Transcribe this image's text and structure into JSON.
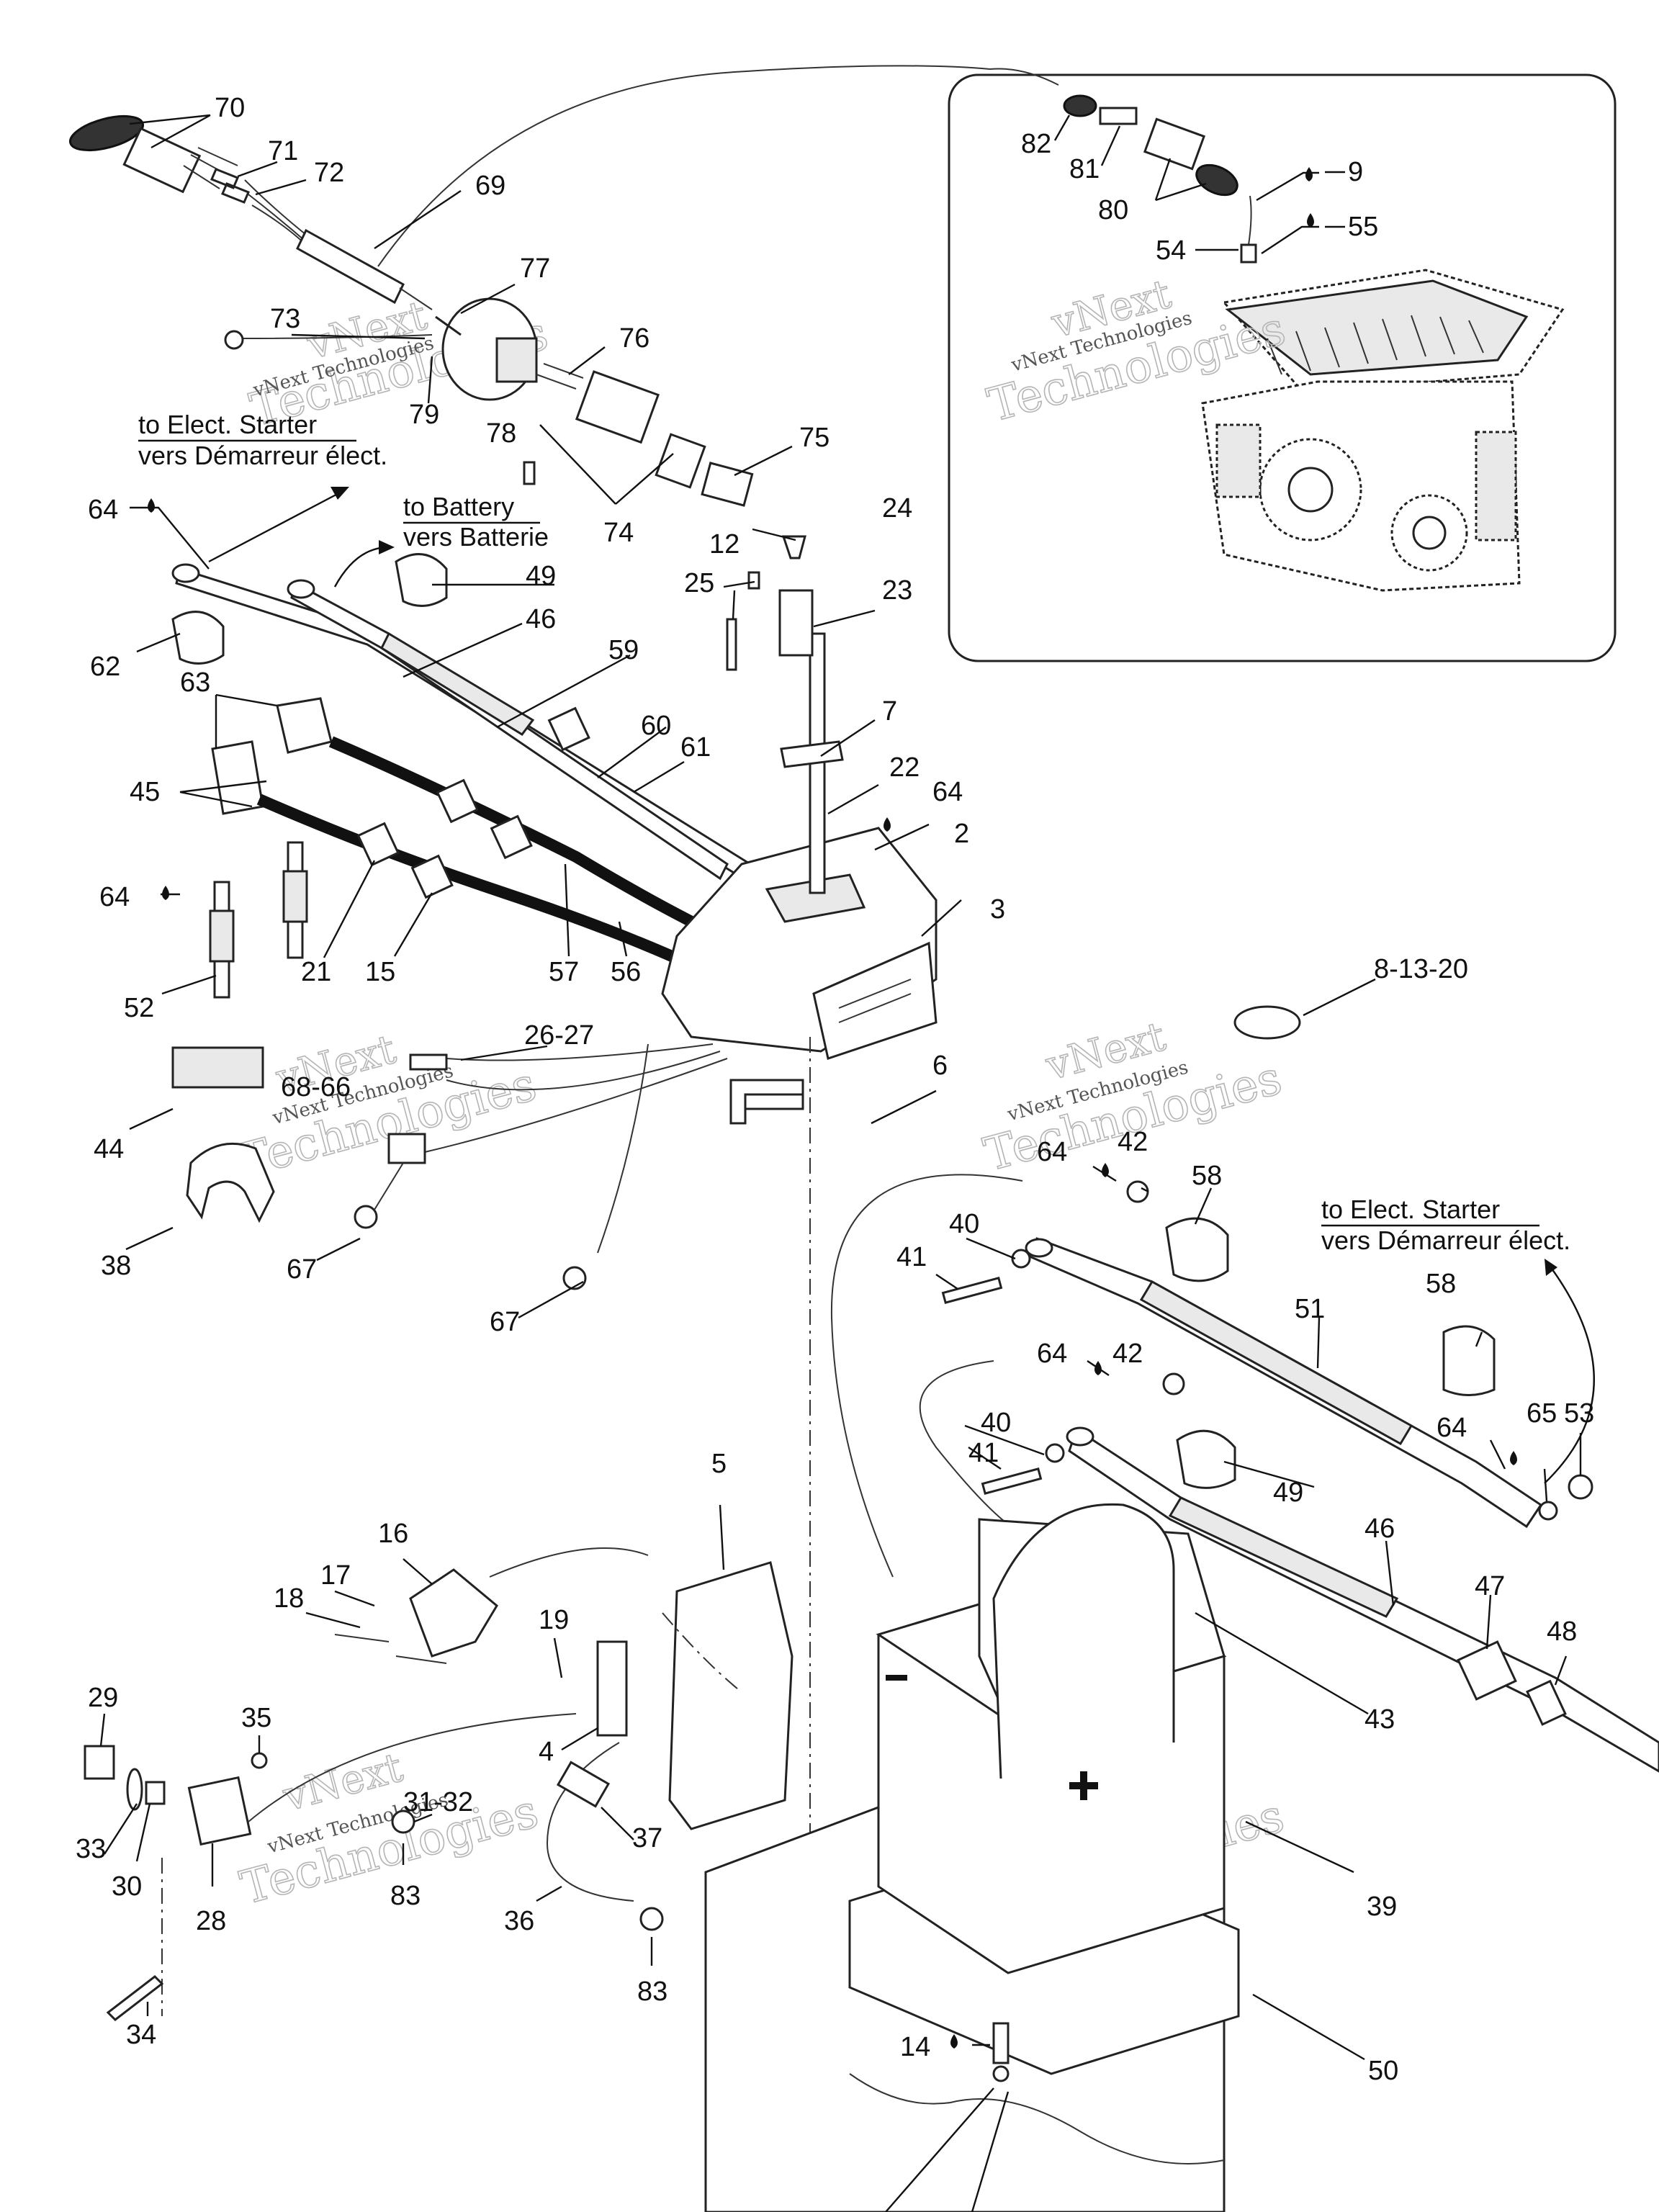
{
  "watermark": {
    "line1": "vNext",
    "line2": "Technologies",
    "line3": "vNext Technologies"
  },
  "notes": {
    "starter_en_1": "to Elect. Starter",
    "starter_fr_1": "vers Démarreur élect.",
    "battery_en": "to Battery",
    "battery_fr": "vers Batterie",
    "starter_en_2": "to Elect. Starter",
    "starter_fr_2": "vers Démarreur élect."
  },
  "callouts": {
    "c70": "70",
    "c71": "71",
    "c72": "72",
    "c69": "69",
    "c77": "77",
    "c73": "73",
    "c76": "76",
    "c79": "79",
    "c78": "78",
    "c75": "75",
    "c74": "74",
    "c64a": "64",
    "c49a": "49",
    "c46a": "46",
    "c12": "12",
    "c24": "24",
    "c25": "25",
    "c23": "23",
    "c62": "62",
    "c59": "59",
    "c63": "63",
    "c60": "60",
    "c61": "61",
    "c7": "7",
    "c45": "45",
    "c22": "22",
    "c64b": "64",
    "c2": "2",
    "c64c": "64",
    "c3": "3",
    "c21": "21",
    "c15": "15",
    "c57": "57",
    "c56": "56",
    "c52": "52",
    "c26": "26-27",
    "c68": "68-66",
    "c44": "44",
    "c6": "6",
    "c8": "8-13-20",
    "c38": "38",
    "c67a": "67",
    "c67b": "67",
    "c64d": "64",
    "c42a": "42",
    "c58a": "58",
    "c40a": "40",
    "c41a": "41",
    "c51": "51",
    "c58b": "58",
    "c64e": "64",
    "c42b": "42",
    "c40b": "40",
    "c41b": "41",
    "c64f": "64",
    "c65": "65",
    "c53": "53",
    "c49b": "49",
    "c46b": "46",
    "c47": "47",
    "c48": "48",
    "c43": "43",
    "c5": "5",
    "c16": "16",
    "c17": "17",
    "c18": "18",
    "c19": "19",
    "c4": "4",
    "c29": "29",
    "c35": "35",
    "c33": "33",
    "c30": "30",
    "c31": "31-32",
    "c28": "28",
    "c37": "37",
    "c83a": "83",
    "c36": "36",
    "c83b": "83",
    "c34": "34",
    "c39": "39",
    "c14": "14",
    "c50": "50",
    "c82": "82",
    "c81": "81",
    "c80": "80",
    "c9": "9",
    "c55": "55",
    "c54": "54"
  }
}
